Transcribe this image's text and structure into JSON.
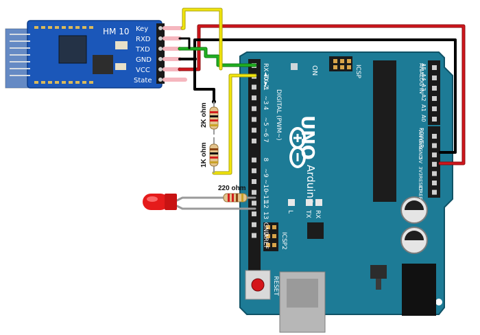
{
  "bluetooth_module": {
    "model": "HM 10",
    "pins": [
      "Key",
      "RXD",
      "TXD",
      "GND",
      "VCC",
      "State"
    ]
  },
  "arduino": {
    "brand": "Arduino",
    "model": "UNO",
    "on_label": "ON",
    "icsp_label": "ICSP",
    "icsp2_label": "ICSP2",
    "reset_label": "RESET",
    "aref_label": "AREF",
    "gnd_label": "GND",
    "l_label": "L",
    "tx_label": "TX",
    "rx_label": "RX",
    "digital_label": "DIGITAL (PWM~)",
    "analog_label": "ANALOG IN",
    "power_label": "POWER",
    "digital_pins": [
      "RX◄0",
      "TX►1",
      "2",
      "~3",
      "4",
      "~5",
      "~6",
      "7",
      "8",
      "~9",
      "~10",
      "~11",
      "12",
      "13",
      "GND",
      "AREF"
    ],
    "analog_pins": [
      "A5",
      "A4",
      "A3",
      "A2",
      "A1",
      "A0"
    ],
    "power_pins": [
      "VIN",
      "GND",
      "GND",
      "5V",
      "3V3",
      "RESET",
      "IOREF"
    ]
  },
  "resistors": {
    "r1": "2K ohm",
    "r2": "1K ohm",
    "r3": "220 ohm"
  },
  "colors": {
    "board": "#1d7b96",
    "module": "#1b57b9",
    "wire_red": "#d0161c",
    "wire_black": "#1a1a1a",
    "wire_green": "#22b022",
    "wire_yellow": "#f2e60c",
    "wire_gray": "#9a9a9a",
    "led": "#e51b1b"
  }
}
